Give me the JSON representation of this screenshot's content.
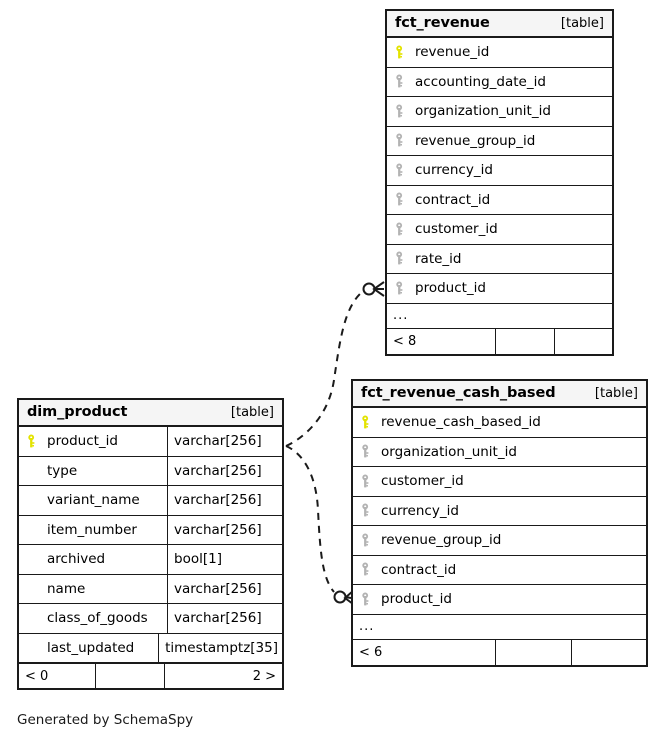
{
  "diagram": {
    "caption": "Generated by SchemaSpy",
    "table_tag": "[table]",
    "ellipsis": "...",
    "colors": {
      "primary_key": "#e3e300",
      "foreign_key": "#b3b3b3",
      "border": "#1a1a1a",
      "header_fill": "#f5f5f5",
      "background": "#ffffff"
    }
  },
  "tables": {
    "fct_revenue": {
      "name": "fct_revenue",
      "tag": "[table]",
      "columns": [
        {
          "name": "revenue_id",
          "key": "primary"
        },
        {
          "name": "accounting_date_id",
          "key": "foreign"
        },
        {
          "name": "organization_unit_id",
          "key": "foreign"
        },
        {
          "name": "revenue_group_id",
          "key": "foreign"
        },
        {
          "name": "currency_id",
          "key": "foreign"
        },
        {
          "name": "contract_id",
          "key": "foreign"
        },
        {
          "name": "customer_id",
          "key": "foreign"
        },
        {
          "name": "rate_id",
          "key": "foreign"
        },
        {
          "name": "product_id",
          "key": "foreign"
        }
      ],
      "more_indicator": "...",
      "footer": {
        "left": "< 8",
        "middle": "",
        "right": ""
      }
    },
    "fct_revenue_cash_based": {
      "name": "fct_revenue_cash_based",
      "tag": "[table]",
      "columns": [
        {
          "name": "revenue_cash_based_id",
          "key": "primary"
        },
        {
          "name": "organization_unit_id",
          "key": "foreign"
        },
        {
          "name": "customer_id",
          "key": "foreign"
        },
        {
          "name": "currency_id",
          "key": "foreign"
        },
        {
          "name": "revenue_group_id",
          "key": "foreign"
        },
        {
          "name": "contract_id",
          "key": "foreign"
        },
        {
          "name": "product_id",
          "key": "foreign"
        }
      ],
      "more_indicator": "...",
      "footer": {
        "left": "< 6",
        "middle": "",
        "right": ""
      }
    },
    "dim_product": {
      "name": "dim_product",
      "tag": "[table]",
      "columns": [
        {
          "name": "product_id",
          "type": "varchar[256]",
          "key": "primary"
        },
        {
          "name": "type",
          "type": "varchar[256]",
          "key": "none"
        },
        {
          "name": "variant_name",
          "type": "varchar[256]",
          "key": "none"
        },
        {
          "name": "item_number",
          "type": "varchar[256]",
          "key": "none"
        },
        {
          "name": "archived",
          "type": "bool[1]",
          "key": "none"
        },
        {
          "name": "name",
          "type": "varchar[256]",
          "key": "none"
        },
        {
          "name": "class_of_goods",
          "type": "varchar[256]",
          "key": "none"
        },
        {
          "name": "last_updated",
          "type": "timestamptz[35]",
          "key": "none"
        }
      ],
      "footer": {
        "left": "< 0",
        "middle": "",
        "right": "2 >"
      }
    }
  },
  "relationships": [
    {
      "from_table": "dim_product",
      "from_column": "product_id",
      "to_table": "fct_revenue",
      "to_column": "product_id",
      "style": "dashed",
      "cardinality": "zero-or-many"
    },
    {
      "from_table": "dim_product",
      "from_column": "product_id",
      "to_table": "fct_revenue_cash_based",
      "to_column": "product_id",
      "style": "dashed",
      "cardinality": "zero-or-many"
    }
  ]
}
